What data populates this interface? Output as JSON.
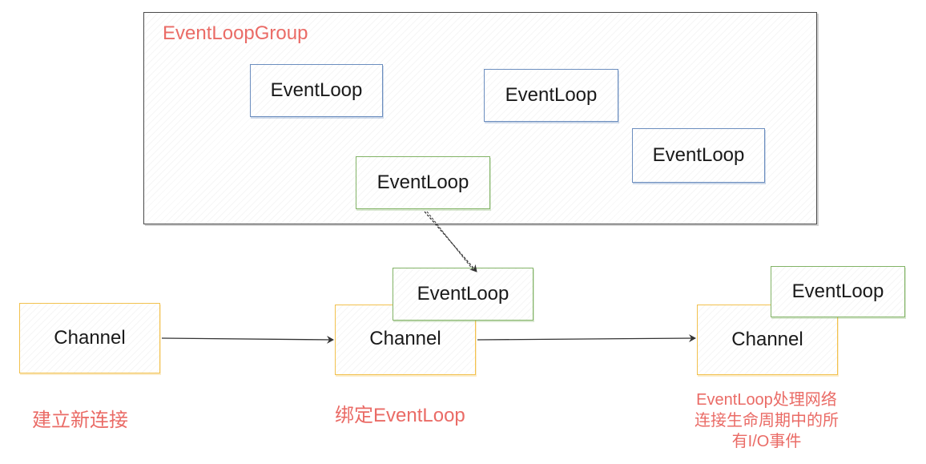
{
  "group": {
    "title": "EventLoopGroup",
    "loops": [
      "EventLoop",
      "EventLoop",
      "EventLoop"
    ],
    "selected_loop": "EventLoop"
  },
  "stages": [
    {
      "channel": "Channel",
      "caption": "建立新连接"
    },
    {
      "channel": "Channel",
      "bound_loop": "EventLoop",
      "caption": "绑定EventLoop"
    },
    {
      "channel": "Channel",
      "bound_loop": "EventLoop",
      "caption_lines": [
        "EventLoop处理网络",
        "连接生命周期中的所",
        "有I/O事件"
      ]
    }
  ],
  "colors": {
    "group_title": "#ea6b66",
    "caption": "#ea6b66",
    "loop_in_group_border": "#6c8ebf",
    "selected_loop_border": "#82b366",
    "channel_border": "#f2c14e",
    "arrow": "#333333"
  }
}
